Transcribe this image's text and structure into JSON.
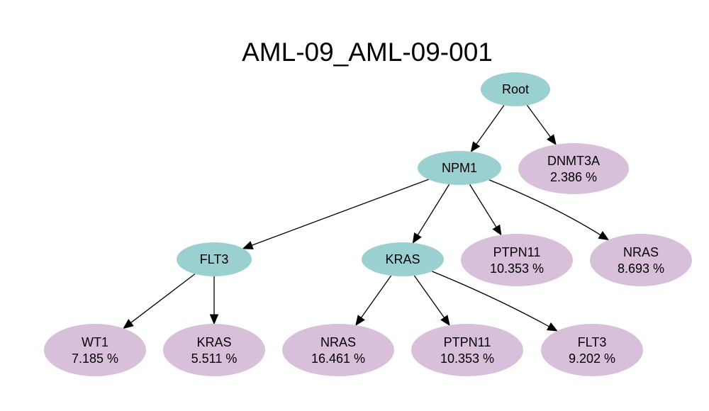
{
  "title": "AML-09_AML-09-001",
  "colors": {
    "internal_node": "#9bd0d0",
    "leaf_node": "#d8c0da",
    "edge": "#000000",
    "background": "#ffffff"
  },
  "nodes": [
    {
      "id": "root",
      "label": "Root",
      "value": "",
      "kind": "internal"
    },
    {
      "id": "npm1",
      "label": "NPM1",
      "value": "",
      "kind": "internal"
    },
    {
      "id": "dnmt3a",
      "label": "DNMT3A",
      "value": "2.386 %",
      "kind": "leaf"
    },
    {
      "id": "flt3",
      "label": "FLT3",
      "value": "",
      "kind": "internal"
    },
    {
      "id": "kras",
      "label": "KRAS",
      "value": "",
      "kind": "internal"
    },
    {
      "id": "ptpn11a",
      "label": "PTPN11",
      "value": "10.353 %",
      "kind": "leaf"
    },
    {
      "id": "nrasa",
      "label": "NRAS",
      "value": "8.693 %",
      "kind": "leaf"
    },
    {
      "id": "wt1",
      "label": "WT1",
      "value": "7.185 %",
      "kind": "leaf"
    },
    {
      "id": "kras2",
      "label": "KRAS",
      "value": "5.511 %",
      "kind": "leaf"
    },
    {
      "id": "nras2",
      "label": "NRAS",
      "value": "16.461 %",
      "kind": "leaf"
    },
    {
      "id": "ptpn11b",
      "label": "PTPN11",
      "value": "10.353 %",
      "kind": "leaf"
    },
    {
      "id": "flt3b",
      "label": "FLT3",
      "value": "9.202 %",
      "kind": "leaf"
    }
  ],
  "edges": [
    {
      "from": "root",
      "to": "npm1"
    },
    {
      "from": "root",
      "to": "dnmt3a"
    },
    {
      "from": "npm1",
      "to": "flt3"
    },
    {
      "from": "npm1",
      "to": "kras"
    },
    {
      "from": "npm1",
      "to": "ptpn11a"
    },
    {
      "from": "npm1",
      "to": "nrasa"
    },
    {
      "from": "flt3",
      "to": "wt1"
    },
    {
      "from": "flt3",
      "to": "kras2"
    },
    {
      "from": "kras",
      "to": "nras2"
    },
    {
      "from": "kras",
      "to": "ptpn11b"
    },
    {
      "from": "kras",
      "to": "flt3b"
    }
  ]
}
